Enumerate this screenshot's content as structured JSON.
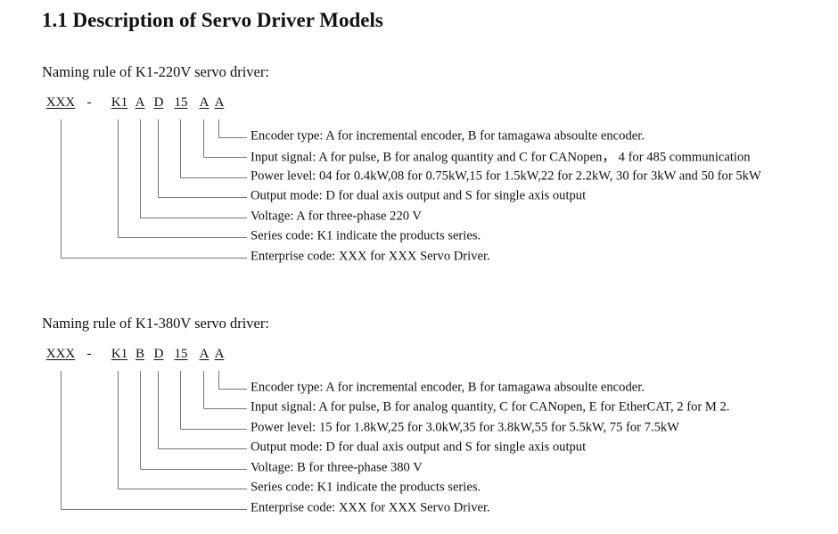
{
  "title": "1.1 Description of Servo Driver Models",
  "sections": [
    {
      "heading": "Naming rule of K1-220V servo driver:",
      "code": [
        "XXX",
        "-",
        "K1",
        "A",
        "D",
        "15",
        "A",
        "A"
      ],
      "rows": [
        "Encoder type: A for incremental encoder, B for tamagawa absoulte encoder.",
        "Input signal: A for pulse, B for analog quantity and C for CANopen， 4 for 485 communication",
        "Power level: 04 for 0.4kW,08 for 0.75kW,15 for 1.5kW,22 for 2.2kW, 30 for 3kW and 50 for 5kW",
        "Output mode: D for dual axis output and S for single axis output",
        "Voltage: A for three-phase 220 V",
        "Series code: K1 indicate the products series.",
        "Enterprise code: XXX for XXX Servo Driver."
      ]
    },
    {
      "heading": "Naming rule of K1-380V servo driver:",
      "code": [
        "XXX",
        "-",
        "K1",
        "B",
        "D",
        "15",
        "A",
        "A"
      ],
      "rows": [
        "Encoder type: A for incremental encoder, B for tamagawa absoulte encoder.",
        "Input signal: A for pulse, B for analog quantity, C for CANopen, E for EtherCAT, 2 for M 2.",
        "Power level: 15 for 1.8kW,25 for 3.0kW,35 for 3.8kW,55 for 5.5kW, 75 for 7.5kW",
        "Output mode: D for dual axis output and S for single axis output",
        "Voltage: B for three-phase 380 V",
        "Series code: K1 indicate the products series.",
        "Enterprise code: XXX for XXX Servo Driver."
      ]
    }
  ]
}
